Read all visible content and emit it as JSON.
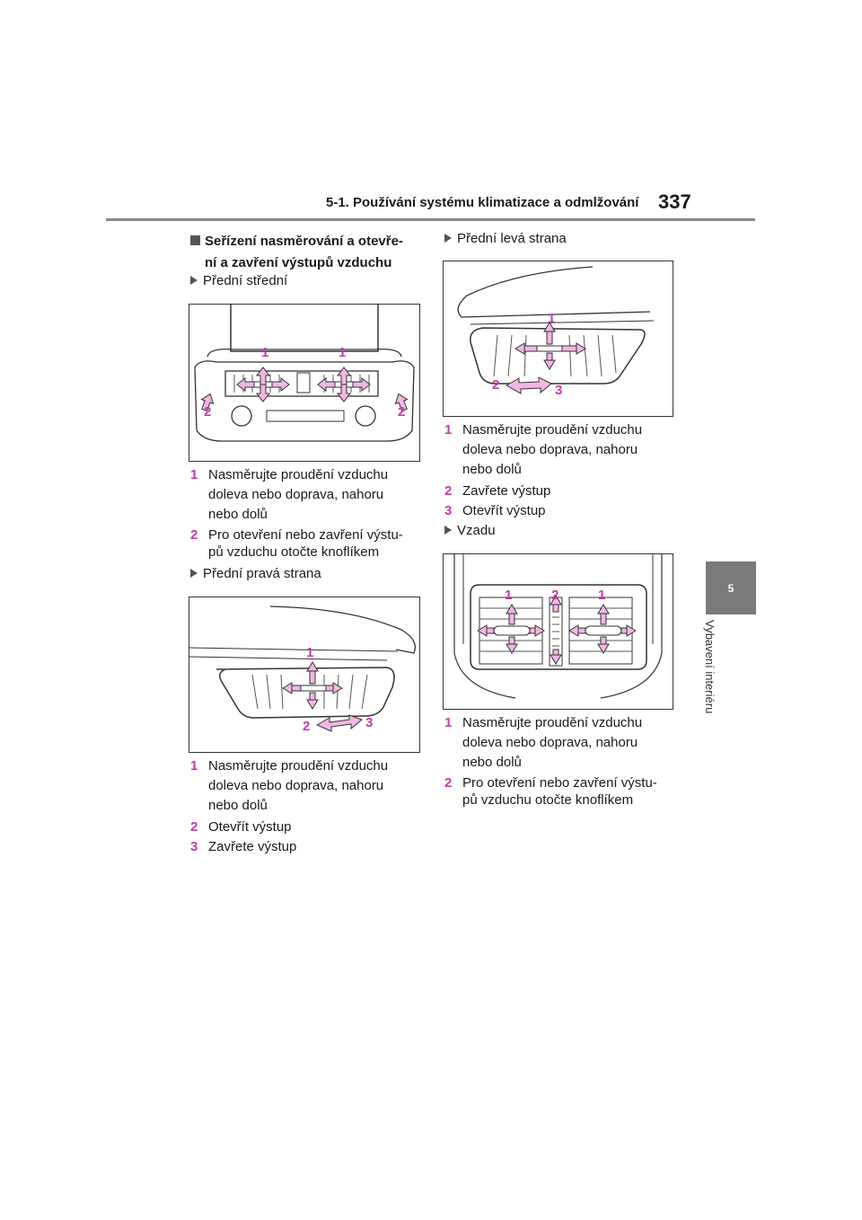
{
  "header": {
    "section": "5-1. Používání systému klimatizace a odmlžování",
    "page_number": "337"
  },
  "side_tab": {
    "number": "5",
    "label": "Vybavení interiéru"
  },
  "heading": {
    "line1": "Seřízení nasměrování a otevře-",
    "line2": "ní a zavření výstupů vzduchu"
  },
  "sections": {
    "front_center": {
      "title": "Přední střední",
      "callouts": [
        "1",
        "1",
        "2",
        "2"
      ],
      "items": [
        {
          "num": "1",
          "lines": [
            "Nasměrujte proudění vzduchu",
            "doleva nebo doprava, nahoru",
            "nebo dolů"
          ]
        },
        {
          "num": "2",
          "lines": [
            "Pro otevření nebo zavření výstu-",
            "pů vzduchu otočte knoflíkem"
          ]
        }
      ]
    },
    "front_right": {
      "title": "Přední pravá strana",
      "callouts": [
        "1",
        "2",
        "3"
      ],
      "items": [
        {
          "num": "1",
          "lines": [
            "Nasměrujte proudění vzduchu",
            "doleva nebo doprava, nahoru",
            "nebo dolů"
          ]
        },
        {
          "num": "2",
          "lines": [
            "Otevřít výstup"
          ]
        },
        {
          "num": "3",
          "lines": [
            "Zavřete výstup"
          ]
        }
      ]
    },
    "front_left": {
      "title": "Přední levá strana",
      "callouts": [
        "1",
        "2",
        "3"
      ],
      "items": [
        {
          "num": "1",
          "lines": [
            "Nasměrujte proudění vzduchu",
            "doleva nebo doprava, nahoru",
            "nebo dolů"
          ]
        },
        {
          "num": "2",
          "lines": [
            "Zavřete výstup"
          ]
        },
        {
          "num": "3",
          "lines": [
            "Otevřít výstup"
          ]
        }
      ]
    },
    "rear": {
      "title": "Vzadu",
      "callouts": [
        "1",
        "2",
        "1"
      ],
      "items": [
        {
          "num": "1",
          "lines": [
            "Nasměrujte proudění vzduchu",
            "doleva nebo doprava, nahoru",
            "nebo dolů"
          ]
        },
        {
          "num": "2",
          "lines": [
            "Pro otevření nebo zavření výstu-",
            "pů vzduchu otočte knoflíkem"
          ]
        }
      ]
    }
  },
  "colors": {
    "accent": "#c23ca8",
    "arrow_fill": "#f2b6e6",
    "rule": "#8a8a8a",
    "tab": "#7a7a7a"
  }
}
